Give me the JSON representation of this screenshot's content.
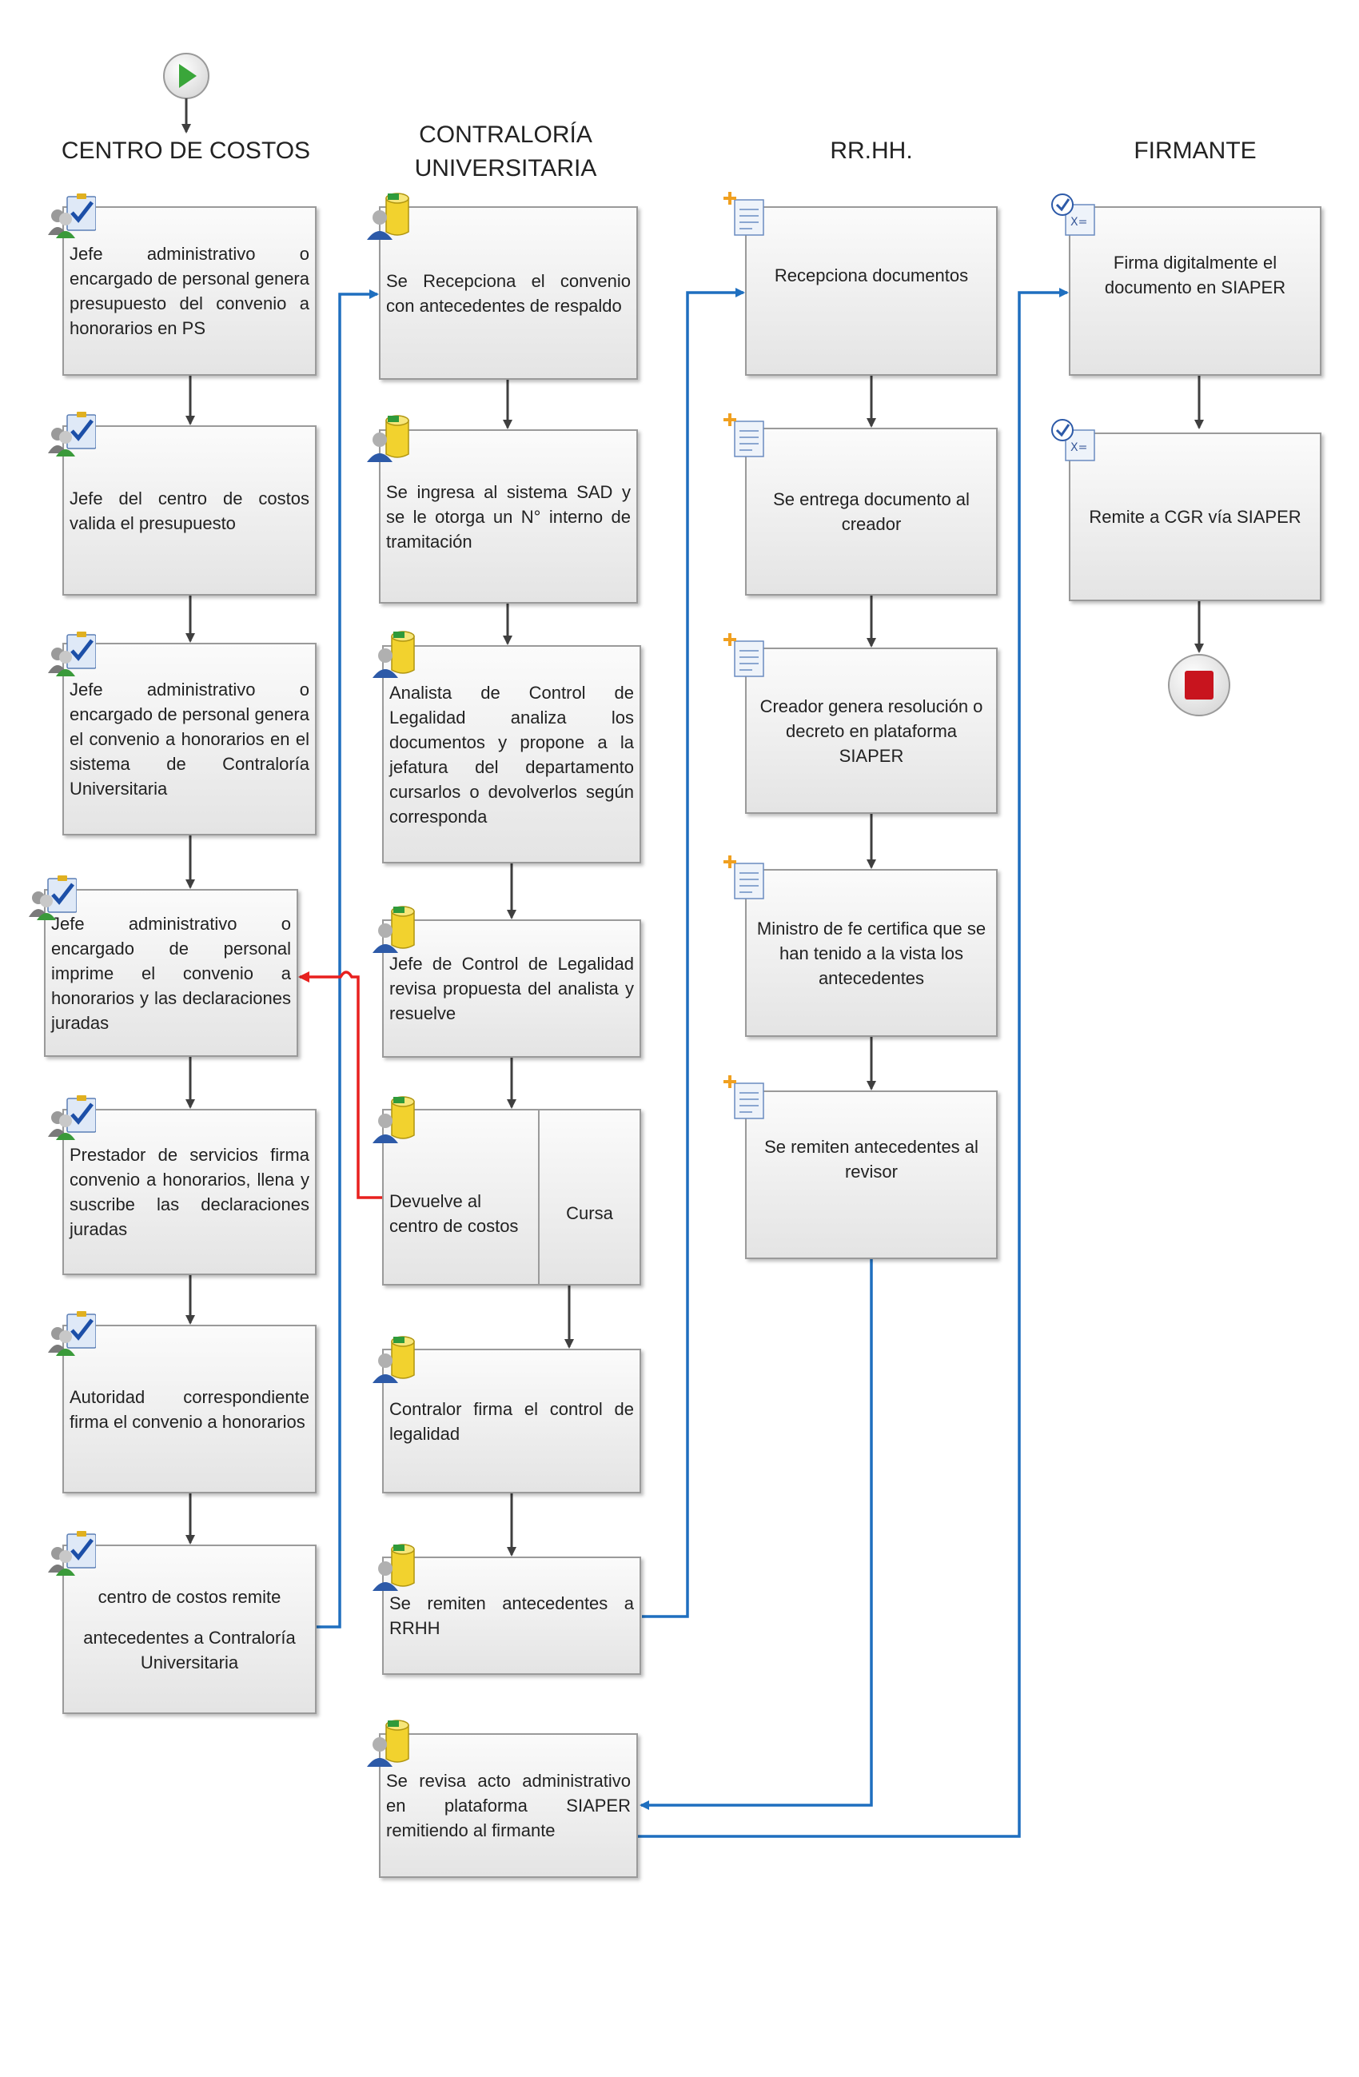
{
  "lanes": {
    "centro": "CENTRO DE COSTOS",
    "contraloria_1": "CONTRALORÍA",
    "contraloria_2": "UNIVERSITARIA",
    "rrhh": "RR.HH.",
    "firmante": "FIRMANTE"
  },
  "centro": [
    "Jefe administrativo o encargado de personal genera presupuesto del convenio a honorarios en PS",
    "Jefe del centro de costos valida el presupuesto",
    "Jefe administrativo o encargado de personal genera el convenio a honorarios en el sistema de Contraloría Universitaria",
    "Jefe administrativo o encargado de personal imprime el convenio a honorarios y las declaraciones juradas",
    "Prestador de servicios firma convenio a honorarios, llena y suscribe las declaraciones juradas",
    "Autoridad correspondiente firma el convenio a honorarios"
  ],
  "centro_last": {
    "line1": "centro de costos remite",
    "line2": "antecedentes a Contraloría Universitaria"
  },
  "contraloria": [
    "Se Recepciona el convenio con antecedentes de respaldo",
    "Se ingresa al sistema SAD y se le otorga un N° interno de tramitación",
    "Analista de Control de Legalidad analiza los documentos y propone a la jefatura del departamento cursarlos o devolverlos según corresponda",
    "Jefe de Control de Legalidad revisa propuesta del analista y resuelve"
  ],
  "decision": {
    "left": "Devuelve al centro de costos",
    "right": "Cursa"
  },
  "contraloria_after": [
    "Contralor firma el control de legalidad",
    "Se remiten antecedentes a RRHH",
    "Se revisa acto administrativo en plataforma SIAPER remitiendo al firmante"
  ],
  "rrhh": [
    "Recepciona documentos",
    "Se entrega documento al creador",
    "Creador genera resolución o decreto en plataforma SIAPER",
    "Ministro de fe certifica que se han tenido a la vista los antecedentes",
    "Se remiten antecedentes al revisor"
  ],
  "firmante": [
    "Firma digitalmente el documento en SIAPER",
    "Remite a CGR vía SIAPER"
  ],
  "colors": {
    "flow": "#3f3f3f",
    "cross_lane": "#1f6fbf",
    "return": "#e8201e",
    "start": "#3aa63a",
    "end": "#c8141e"
  },
  "icons": {
    "centro": "users-check-icon",
    "contraloria": "user-database-icon",
    "rrhh": "document-add-icon",
    "firmante": "form-check-icon"
  }
}
